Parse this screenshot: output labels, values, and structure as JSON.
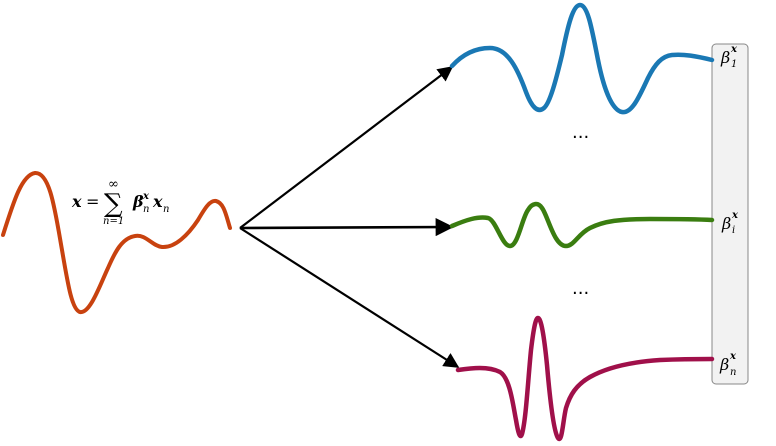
{
  "equation": {
    "lhs": "x",
    "equals": "=",
    "sum_symbol": "∑",
    "upper_limit": "∞",
    "lower_limit": "n=1",
    "term_beta": "β",
    "term_beta_sub": "n",
    "term_beta_sup": "x",
    "term_x": "x",
    "term_x_sub": "n"
  },
  "coefficients": [
    {
      "symbol": "β",
      "sup": "x",
      "sub": "1"
    },
    {
      "symbol": "β",
      "sup": "x",
      "sub": "i"
    },
    {
      "symbol": "β",
      "sup": "x",
      "sub": "n"
    }
  ],
  "ellipsis_top": "...",
  "ellipsis_bottom": "...",
  "colors": {
    "input_signal": "#c8420f",
    "component_1": "#1a78b4",
    "component_i": "#3a7d10",
    "component_n": "#a0104a",
    "panel_fill": "#f2f2f2",
    "panel_stroke": "#888888"
  }
}
